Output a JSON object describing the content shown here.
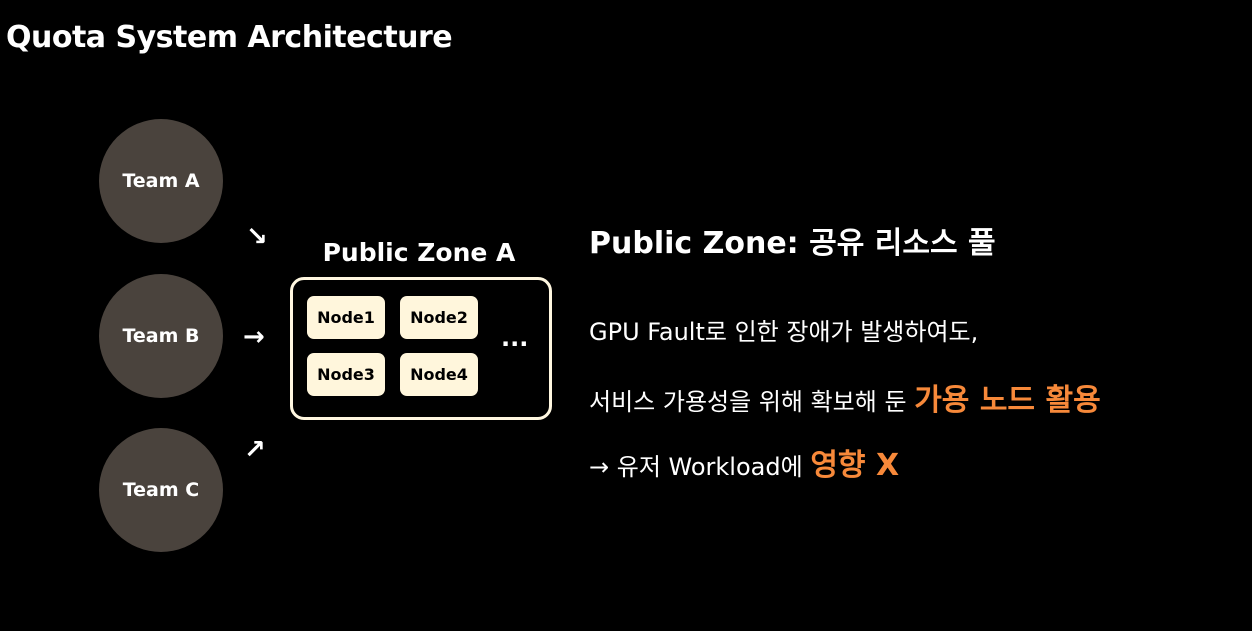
{
  "slide": {
    "title": "Quota System Architecture"
  },
  "teams": [
    "Team A",
    "Team B",
    "Team C"
  ],
  "zone": {
    "title": "Public Zone A",
    "nodes": [
      "Node1",
      "Node2",
      "Node3",
      "Node4"
    ],
    "more": "..."
  },
  "description": {
    "heading": "Public Zone: 공유 리소스 풀",
    "line1": "GPU Fault로 인한 장애가 발생하여도,",
    "line2_prefix": "서비스 가용성을 위해 확보해 둔 ",
    "line2_highlight": "가용 노드 활용",
    "line3_prefix": "→ 유저 Workload에 ",
    "line3_highlight": "영향 X"
  },
  "colors": {
    "background": "#000000",
    "team_circle": "#4a433d",
    "node_fill": "#fff6dc",
    "highlight": "#f7893a"
  }
}
